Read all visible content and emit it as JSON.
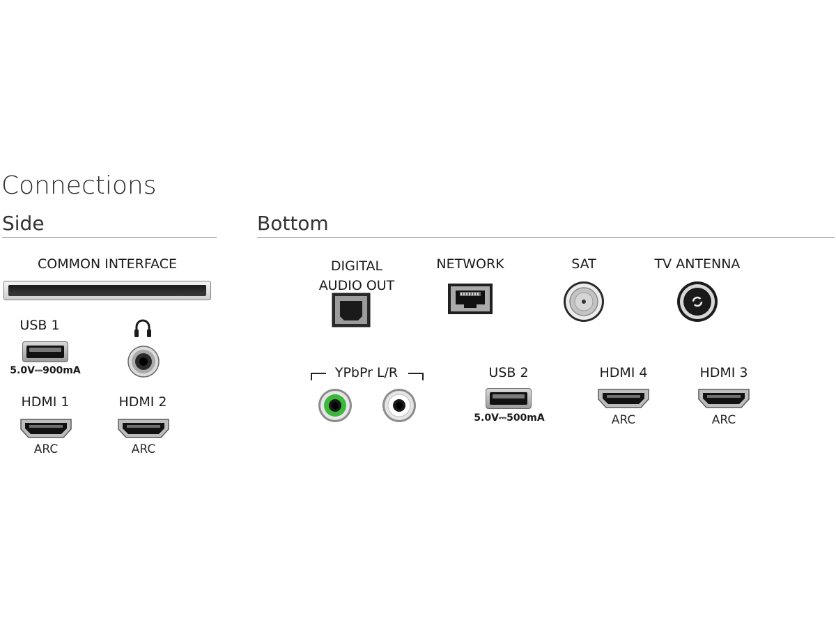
{
  "title": "Connections",
  "sections": {
    "side": "Side",
    "bottom": "Bottom"
  },
  "side": {
    "common_interface": "COMMON INTERFACE",
    "usb1": "USB 1",
    "usb1_rating": "5.0V⎓900mA",
    "hdmi1": "HDMI 1",
    "hdmi1_arc": "ARC",
    "hdmi2": "HDMI 2",
    "hdmi2_arc": "ARC"
  },
  "bottom": {
    "digital_audio_out_line1": "DIGITAL",
    "digital_audio_out_line2": "AUDIO OUT",
    "network": "NETWORK",
    "sat": "SAT",
    "tv_antenna": "TV ANTENNA",
    "ypbpr_lr": "YPbPr L/R",
    "usb2": "USB 2",
    "usb2_rating": "5.0V⎓500mA",
    "hdmi4": "HDMI 4",
    "hdmi4_arc": "ARC",
    "hdmi3": "HDMI 3",
    "hdmi3_arc": "ARC"
  },
  "icons": {
    "ci_slot": "common-interface-slot-icon",
    "usb": "usb-port-icon",
    "headphone": "headphone-icon",
    "headphone_jack": "headphone-jack-icon",
    "hdmi": "hdmi-port-icon",
    "optical": "optical-audio-port-icon",
    "rj45": "ethernet-port-icon",
    "coax_sat": "satellite-connector-icon",
    "coax_antenna": "antenna-connector-icon",
    "rca_green": "rca-green-jack-icon",
    "rca_white": "rca-white-jack-icon"
  },
  "colors": {
    "rule": "#8a8a8a",
    "rca_green": "#3cb83c",
    "port_dark": "#1a1a1a",
    "port_metal": "#b9b9b9"
  }
}
